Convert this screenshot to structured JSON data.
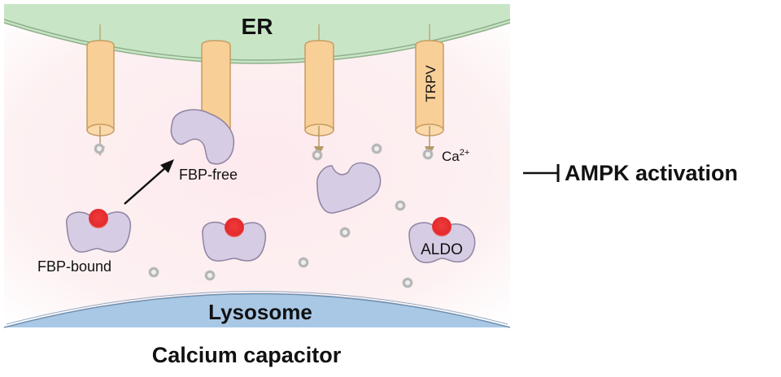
{
  "title": "Calcium capacitor",
  "organelles": {
    "er": "ER",
    "lysosome": "Lysosome"
  },
  "channel_label": "TRPV",
  "labels": {
    "fbp_free": "FBP-free",
    "fbp_bound": "FBP-bound",
    "calcium": "Ca",
    "calcium_charge": "2+",
    "aldo": "ALDO"
  },
  "outcome": {
    "label": "AMPK activation",
    "relation": "inhibits"
  },
  "colors": {
    "er_fill": "#c8e6c6",
    "er_stroke": "#8fb08a",
    "lysosome_fill": "#a9c8e6",
    "lysosome_stroke": "#6f8fae",
    "channel_fill": "#f8cf97",
    "channel_stroke": "#c79c62",
    "channel_arrow": "#b49a6a",
    "protein_fill": "#d6cce3",
    "protein_stroke": "#8f84a2",
    "fbp": "#e8272b",
    "calcium_ion": "#b9b9b9",
    "cytoplasm": "#fdeef0"
  }
}
